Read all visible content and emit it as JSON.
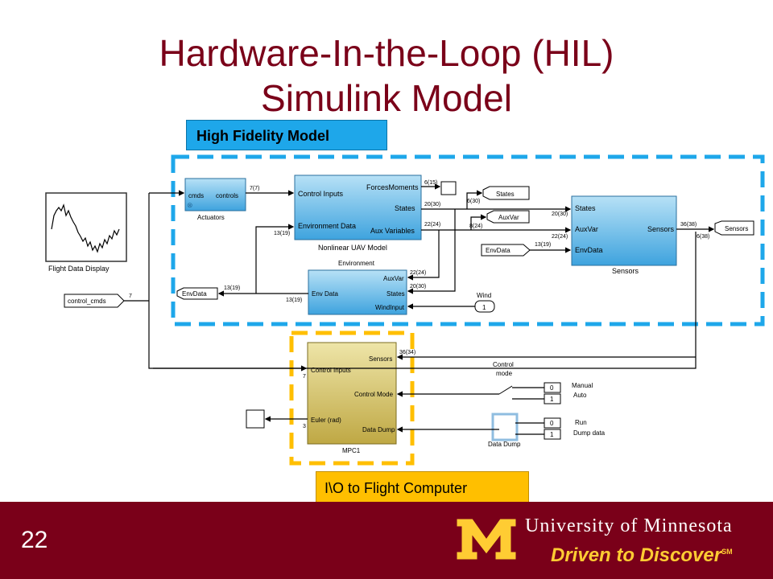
{
  "slide": {
    "title_line1": "Hardware-In-the-Loop (HIL)",
    "title_line2": "Simulink Model",
    "callout_high_fidelity": "High Fidelity Model",
    "callout_io": "I\\O to Flight Computer",
    "page_number": "22"
  },
  "logo": {
    "university": "University of Minnesota",
    "tagline": "Driven to Discover",
    "tagline_mark": "SM"
  },
  "blocks": {
    "flight_display_label": "Flight Data Display",
    "actuators": {
      "in_port": "cmds",
      "out_port": "controls",
      "name": "Actuators"
    },
    "uav": {
      "in_control": "Control Inputs",
      "in_env": "Environment Data",
      "out_forces": "ForcesMoments",
      "out_states": "States",
      "out_aux": "Aux Variables",
      "name": "Nonlinear UAV Model"
    },
    "environment": {
      "title": "Environment",
      "in_env": "Env Data",
      "out_aux": "AuxVar",
      "out_states": "States",
      "in_wind": "WindInput"
    },
    "sensors": {
      "in_states": "States",
      "in_aux": "AuxVar",
      "in_env": "EnvData",
      "out_sensors": "Sensors",
      "name": "Sensors"
    },
    "mpc": {
      "in_control": "Control Inputs",
      "in_euler": "Euler (rad)",
      "in_sensors": "Sensors",
      "in_mode": "Control Mode",
      "in_dump": "Data Dump",
      "name": "MPC1"
    },
    "goto_states": "States",
    "goto_auxvar": "AuxVar",
    "goto_sensors": "Sensors",
    "from_envdata_left": "EnvData",
    "from_envdata_sensors": "EnvData",
    "control_cmds": "control_cmds",
    "wind_label": "Wind",
    "wind_const": "1",
    "control_mode_label_1": "Control",
    "control_mode_label_2": "mode",
    "const_manual": "0",
    "const_auto": "1",
    "manual_label": "Manual",
    "auto_label": "Auto",
    "const_run": "0",
    "const_dump": "1",
    "run_label": "Run",
    "dump_label": "Dump data",
    "data_dump_label": "Data Dump"
  },
  "signals": {
    "act_out": "7(7)",
    "forces": "6(15)",
    "states_out": "20(30)",
    "aux_out": "22(24)",
    "env_to_uav": "13(19)",
    "env_aux": "22(24)",
    "env_states": "20(30)",
    "envdata_out": "13(19)",
    "envdata_in": "13(19)",
    "goto_states_sig": "6(30)",
    "goto_aux_sig": "8(24)",
    "sens_states": "20(30)",
    "sens_aux": "22(24)",
    "sens_env": "13(19)",
    "sens_out": "36(38)",
    "sens_out2": "6(38)",
    "cmds_sig": "7",
    "mpc_sensors": "36(34)",
    "mpc_ctrl": "7",
    "mpc_euler": "3"
  },
  "colors": {
    "maroon": "#7a0019",
    "gold": "#ffcc33",
    "blue_dash": "#1ea7ea",
    "gold_dash": "#ffbf00",
    "block_blue": "#58b4e6",
    "block_gold": "#d4c36a"
  }
}
